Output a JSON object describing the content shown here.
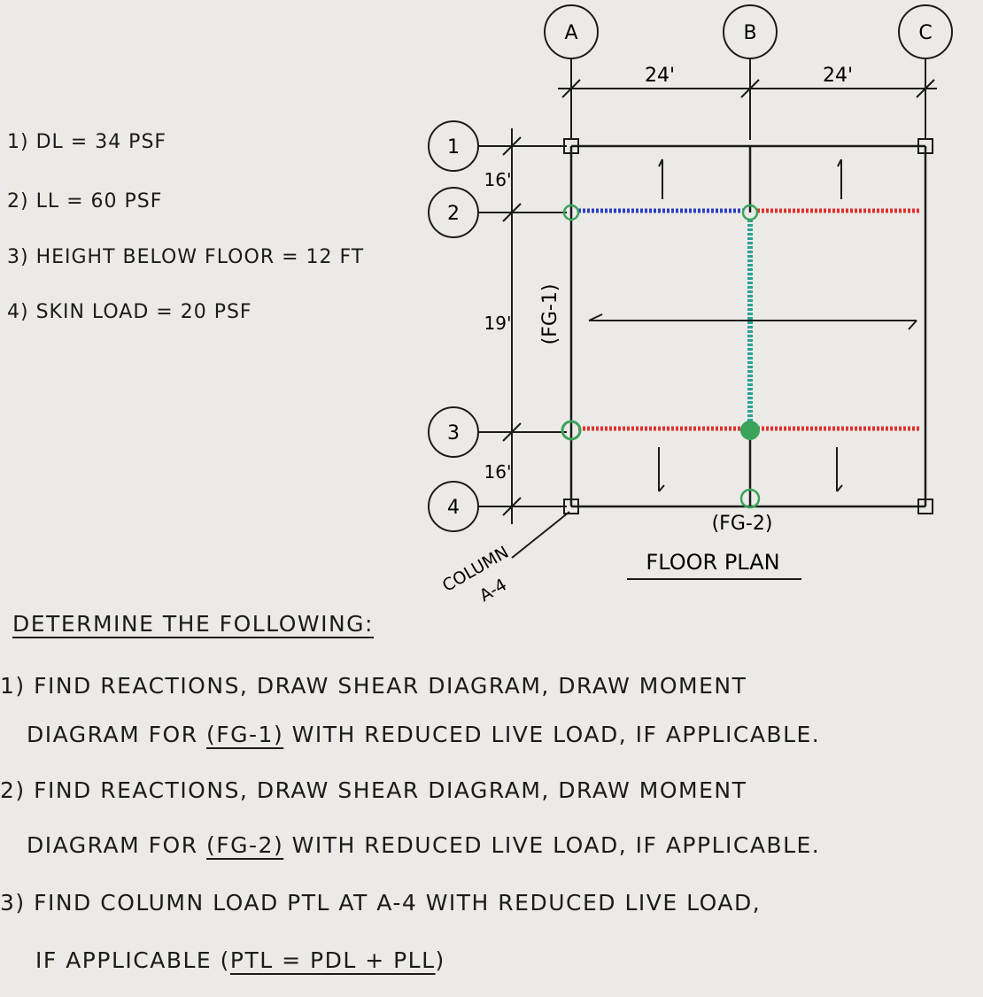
{
  "given": [
    "1) DL = 34 PSF",
    "2) LL = 60 PSF",
    "3) HEIGHT BELOW FLOOR = 12 FT",
    "4) SKIN LOAD = 20 PSF"
  ],
  "grid": {
    "columns": [
      "A",
      "B",
      "C"
    ],
    "rows": [
      "1",
      "2",
      "3",
      "4"
    ],
    "spacing_x": [
      "24'",
      "24'"
    ],
    "spacing_y": [
      "16'",
      "19'",
      "16'"
    ]
  },
  "labels": {
    "fg1": "(FG-1)",
    "fg2": "(FG-2)",
    "column_label_line1": "COLUMN",
    "column_label_line2": "A-4",
    "plan_title": "FLOOR PLAN"
  },
  "colors": {
    "blue_beam": "#2b3fc4",
    "red_beam": "#e03030",
    "green_beam": "#2aa39a",
    "green_column": "#3aa35a"
  },
  "questions": {
    "heading": "DETERMINE THE FOLLOWING:",
    "q1_line1": "1) FIND REACTIONS, DRAW SHEAR DIAGRAM, DRAW MOMENT",
    "q1_line2_pre": "DIAGRAM FOR",
    "q1_line2_ref": "(FG-1)",
    "q1_line2_post": "WITH REDUCED LIVE LOAD, IF APPLICABLE.",
    "q2_line1": "2) FIND REACTIONS, DRAW SHEAR DIAGRAM, DRAW MOMENT",
    "q2_line2_pre": "DIAGRAM FOR",
    "q2_line2_ref": "(FG-2)",
    "q2_line2_post": "WITH REDUCED LIVE LOAD, IF APPLICABLE.",
    "q3_line1": "3) FIND COLUMN LOAD PTL AT A-4 WITH REDUCED LIVE LOAD,",
    "q3_line2_pre": "IF APPLICABLE (",
    "q3_line2_ref": "PTL = PDL + PLL",
    "q3_line2_post": ")"
  }
}
